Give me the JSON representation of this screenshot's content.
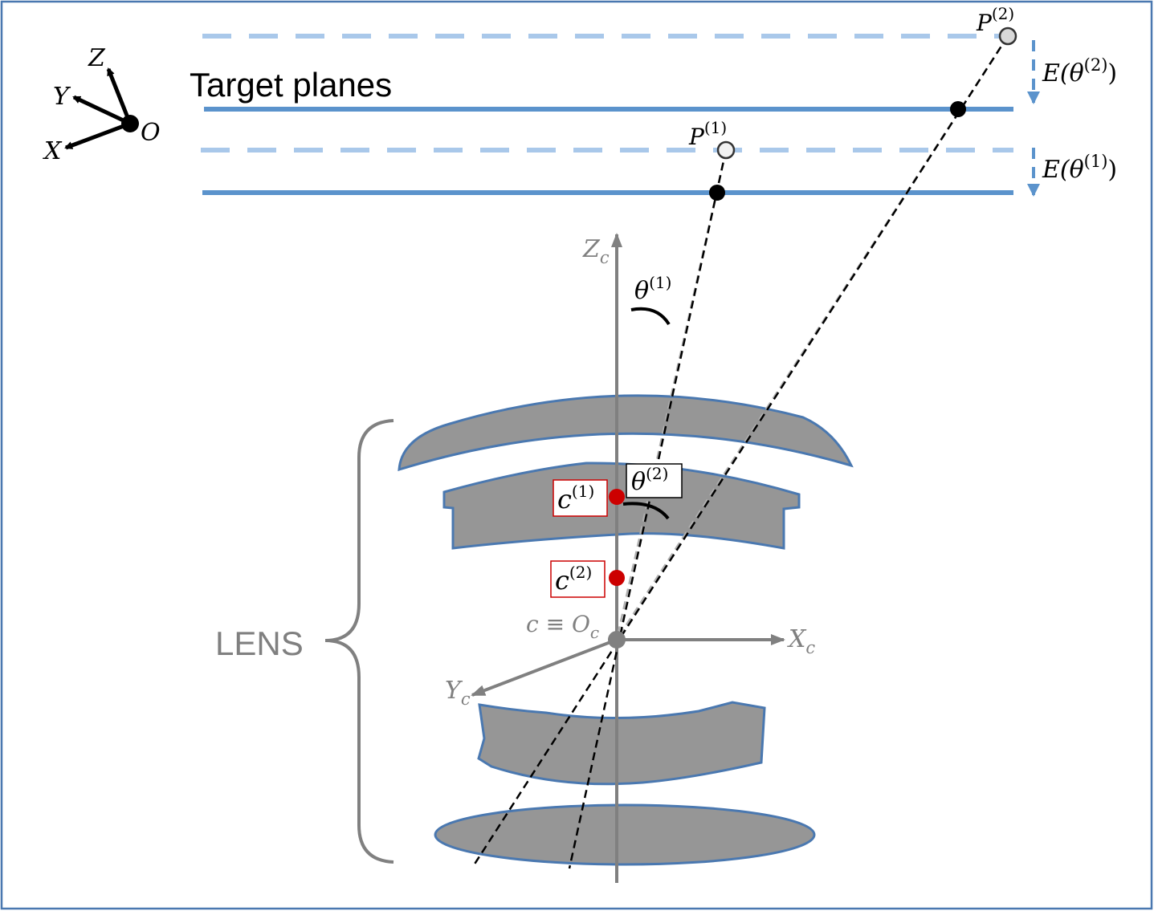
{
  "labels": {
    "title": "Target planes",
    "lens": "LENS",
    "P2": "P",
    "P2_sup": "(2)",
    "P1": "P",
    "P1_sup": "(1)",
    "E2_pre": "E(θ",
    "E2_sup": "(2)",
    "E2_post": ")",
    "E1_pre": "E(θ",
    "E1_sup": "(1)",
    "E1_post": ")",
    "Zc": "Z",
    "Zc_sub": "c",
    "Xc": "X",
    "Xc_sub": "c",
    "Yc": "Y",
    "Yc_sub": "c",
    "theta1": "θ",
    "theta1_sup": "(1)",
    "theta2": "θ",
    "theta2_sup": "(2)",
    "c1": "c",
    "c1_sup": "(1)",
    "c2": "c",
    "c2_sup": "(2)",
    "origin_c": "c ≡ O",
    "origin_c_sub": "c",
    "world_Z": "Z",
    "world_Y": "Y",
    "world_X": "X",
    "world_O": "O"
  },
  "colors": {
    "plane_solid": "#5b93cc",
    "plane_dashed": "#a9c8ea",
    "axis_gray": "#808080",
    "lens_fill": "#969696",
    "lens_edge": "#4a78b0",
    "center_red": "#cc0000",
    "frame": "#4a78b0"
  }
}
